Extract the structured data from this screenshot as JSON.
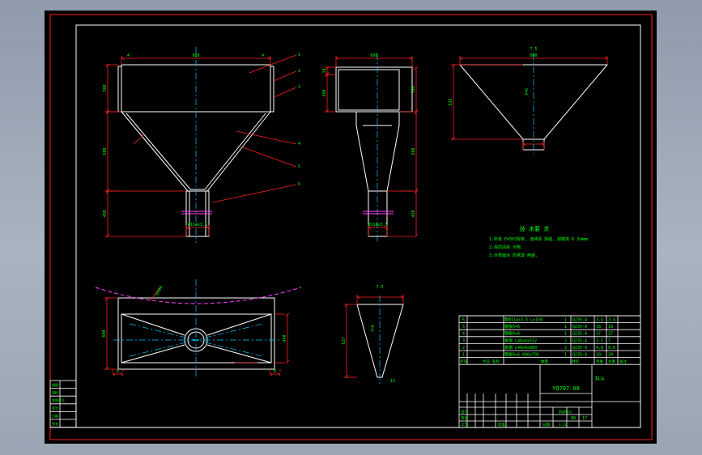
{
  "colors": {
    "app_background": "#9aa4b3",
    "model_space": "#000000",
    "geometry": "#ffffff",
    "dimension": "#ff0000",
    "centerline": "#00c8ff",
    "text": "#00ff00",
    "hatch": "#ff00ff"
  },
  "front_view": {
    "dim_top": "800",
    "dim_left_1": "4",
    "dim_right_1": "4",
    "dim_height_upper": "500",
    "dim_height_mid": "600",
    "dim_height_lower": "450",
    "dim_bottom": "Ø114x3.5",
    "leaders": [
      "1",
      "2",
      "3",
      "4",
      "5",
      "6"
    ]
  },
  "side_view": {
    "dim_top": "600",
    "dim_left_upper": "10",
    "dim_left_mid": "490",
    "dim_right_upper": "500",
    "dim_right_mid": "600",
    "dim_right_lower": "450",
    "dim_bottom": "Ø114x3.5"
  },
  "top_right_view": {
    "dim_top_1": "7.5",
    "dim_top_2": "800",
    "dim_left": "532",
    "label_center": "7=6"
  },
  "plan_view": {
    "dim_arc": "R500",
    "dim_left": "600",
    "dim_right": "490",
    "dim_bottom_left": "6",
    "dim_bottom_right": "6"
  },
  "small_view": {
    "dim_top": "7.5",
    "dim_left": "637",
    "label_center": "7=6",
    "dim_bottom": "12"
  },
  "tech_notes": {
    "title": "技 术要 求",
    "lines": [
      "1.所有 E4303焊条, 连续焊 焊缝, 焊脚高 K 为4mm",
      "2.焊前清除 污物.",
      "3.外表面涂 防锈漆 两遍."
    ]
  },
  "bom_rows": [
    {
      "no": "6",
      "name": "箢Ø114x3.5 L=150",
      "qty": "1",
      "material": "Q235-A",
      "w1": "3.4",
      "w2": "3.4"
    },
    {
      "no": "5",
      "name": "钢板δ=6",
      "qty": "1",
      "material": "Q235-A",
      "w1": "18",
      "w2": "18"
    },
    {
      "no": "4",
      "name": "钢板δ=6",
      "qty": "1",
      "material": "Q235-A",
      "w1": "17",
      "w2": "17"
    },
    {
      "no": "3",
      "name": "角钢 L40x4x532",
      "qty": "2",
      "material": "Q235-A",
      "w1": "3.5",
      "w2": "7"
    },
    {
      "no": "2",
      "name": "角钢 L40x4x800",
      "qty": "2",
      "material": "Q235-A",
      "w1": "4.8",
      "w2": "9.6"
    },
    {
      "no": "1",
      "name": "钢板δ=6 600x792",
      "qty": "1",
      "material": "Q235-A",
      "w1": "20",
      "w2": "20"
    }
  ],
  "bom_header": [
    "序号",
    "代号 名称",
    "数量",
    "材料",
    "单重",
    "总重",
    "备注"
  ],
  "title_block": {
    "drawing_no": "YQ707-08",
    "name": "料斗",
    "scale": "1:10",
    "weight": "88",
    "sheet": "17",
    "designer": "设计",
    "checker": "审核",
    "craft": "工艺",
    "approve": "批准",
    "stage": "阶段标记",
    "date": "日期"
  },
  "left_strip_labels": [
    "描图",
    "描校",
    "底图总号",
    "签字",
    "日期",
    "签名"
  ]
}
